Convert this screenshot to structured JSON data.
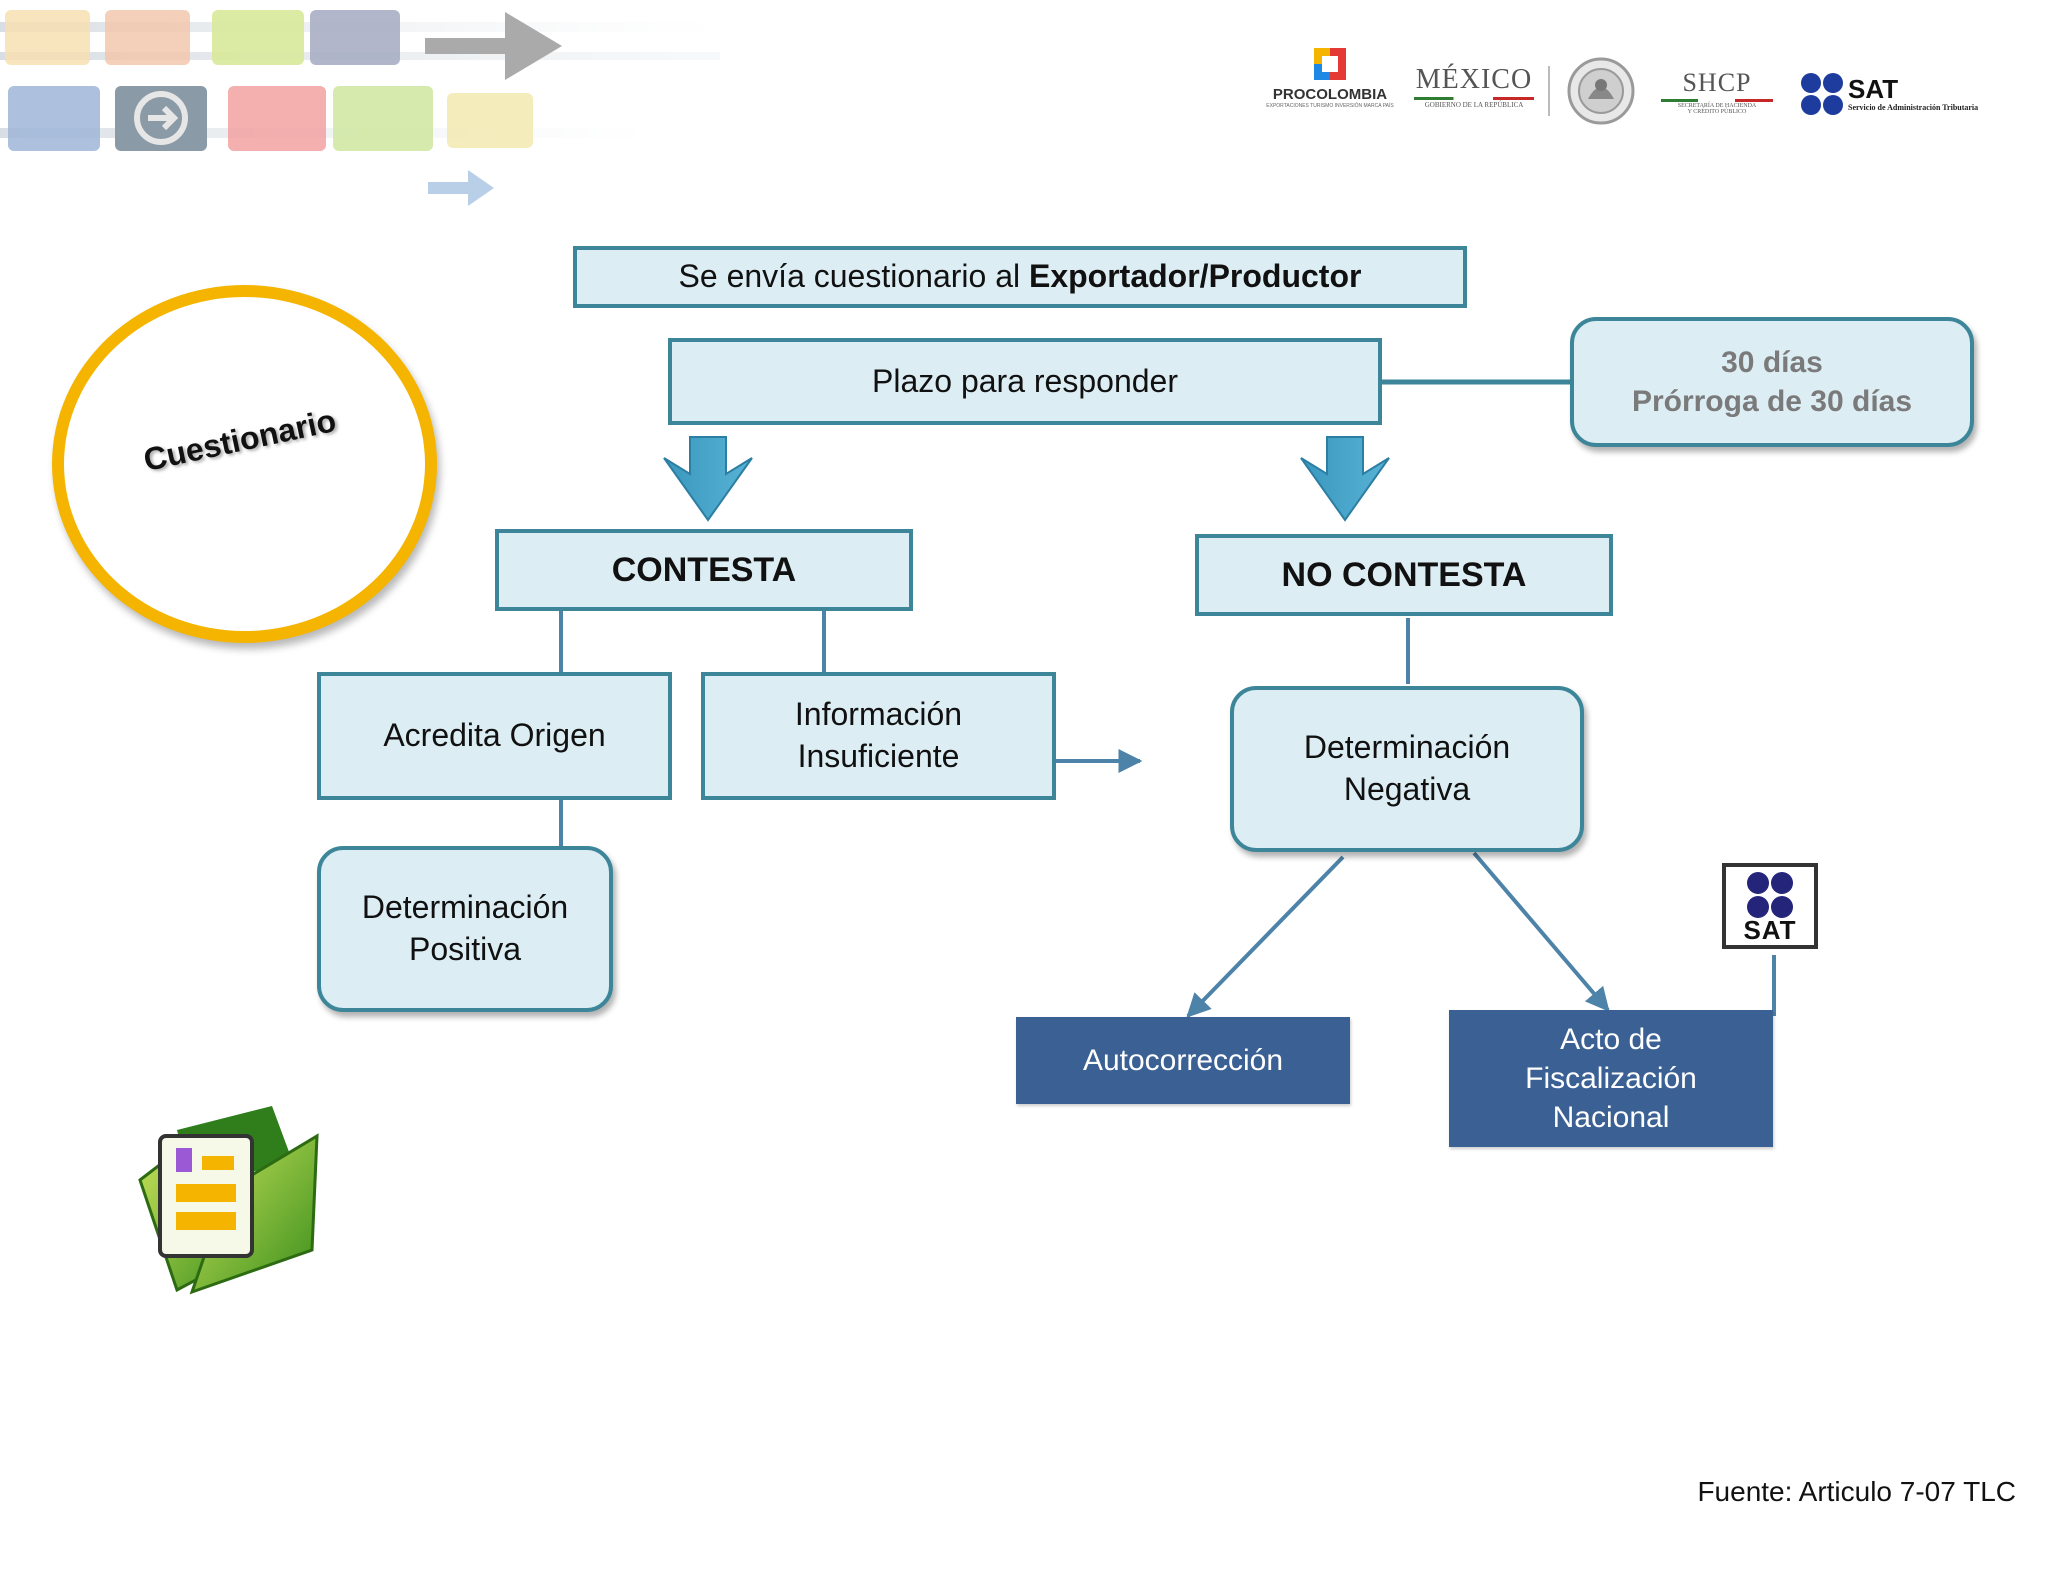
{
  "header": {
    "logos": {
      "procolombia": "PROCOLOMBIA",
      "procolombia_sub": "EXPORTACIONES TURISMO INVERSIÓN MARCA PAÍS",
      "mexico": "MÉXICO",
      "mexico_sub": "GOBIERNO DE LA REPÚBLICA",
      "shcp": "SHCP",
      "shcp_sub1": "SECRETARÍA DE HACIENDA",
      "shcp_sub2": "Y CRÉDITO PÚBLICO",
      "sat": "SAT",
      "sat_sub": "Servicio de Administración Tributaria"
    }
  },
  "badge": {
    "label": "Cuestionario"
  },
  "flow": {
    "top_prefix": "Se envía cuestionario al ",
    "top_bold": "Exportador/Productor",
    "plazo": "Plazo para responder",
    "plazo_note_line1": "30 días",
    "plazo_note_line2": "Prórroga de 30 días",
    "contesta": "CONTESTA",
    "no_contesta": "NO CONTESTA",
    "acredita": "Acredita Origen",
    "info_line1": "Información",
    "info_line2": "Insuficiente",
    "det_pos_line1": "Determinación",
    "det_pos_line2": "Positiva",
    "det_neg_line1": "Determinación",
    "det_neg_line2": "Negativa",
    "autocorreccion": "Autocorrección",
    "acto_line1": "Acto de",
    "acto_line2": "Fiscalización",
    "acto_line3": "Nacional",
    "sat_icon": "SAT"
  },
  "footer": {
    "source": "Fuente: Articulo 7-07 TLC"
  },
  "colors": {
    "box_fill": "#dcedf4",
    "box_border": "#3d8699",
    "dark_box": "#3b6194",
    "arrow": "#43a2c6",
    "circle": "#f4b400",
    "note_text": "#7a7a7a"
  }
}
